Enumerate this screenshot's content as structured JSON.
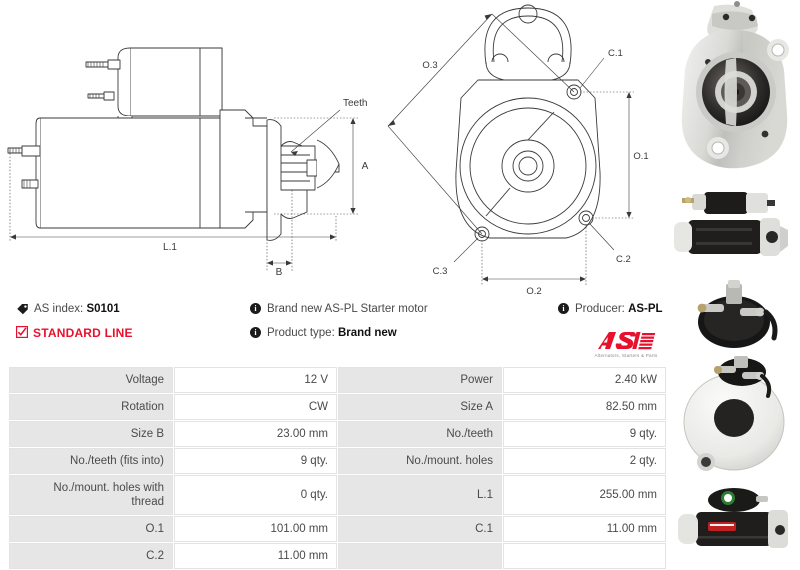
{
  "page": {
    "title": "AS-PL Starter motor S0101 product specification"
  },
  "drawings": {
    "side_view": {
      "name": "starter-motor-side-view",
      "labels": [
        "Teeth",
        "A",
        "L.1",
        "B"
      ]
    },
    "front_view": {
      "name": "starter-motor-front-view",
      "labels": [
        "O.3",
        "C.1",
        "O.1",
        "C.2",
        "C.3",
        "O.2"
      ]
    }
  },
  "info": {
    "as_index_label": "AS index:",
    "as_index_value": "S0101",
    "standard_line": "STANDARD LINE",
    "description": "Brand new AS-PL Starter motor",
    "product_type_label": "Product type:",
    "product_type_value": "Brand new",
    "producer_label": "Producer:",
    "producer_value": "AS-PL",
    "logo_text": "AS",
    "logo_tagline": "Alternators, Starters & Parts",
    "brand_color": "#e8112d"
  },
  "spec_table": {
    "rows": [
      {
        "l1": "Voltage",
        "v1": "12 V",
        "l2": "Power",
        "v2": "2.40 kW"
      },
      {
        "l1": "Rotation",
        "v1": "CW",
        "l2": "Size A",
        "v2": "82.50 mm"
      },
      {
        "l1": "Size B",
        "v1": "23.00 mm",
        "l2": "No./teeth",
        "v2": "9 qty."
      },
      {
        "l1": "No./teeth (fits into)",
        "v1": "9 qty.",
        "l2": "No./mount. holes",
        "v2": "2 qty."
      },
      {
        "l1": "No./mount. holes with thread",
        "v1": "0 qty.",
        "l2": "L.1",
        "v2": "255.00 mm",
        "tall": true
      },
      {
        "l1": "O.1",
        "v1": "101.00 mm",
        "l2": "C.1",
        "v2": "11.00 mm"
      },
      {
        "l1": "C.2",
        "v1": "11.00 mm",
        "l2": "",
        "v2": ""
      }
    ]
  },
  "photos": [
    {
      "name": "starter-front-face-photo"
    },
    {
      "name": "starter-side-profile-photo"
    },
    {
      "name": "starter-solenoid-closeup-photo"
    },
    {
      "name": "starter-rear-face-photo"
    },
    {
      "name": "starter-angled-profile-photo"
    }
  ]
}
